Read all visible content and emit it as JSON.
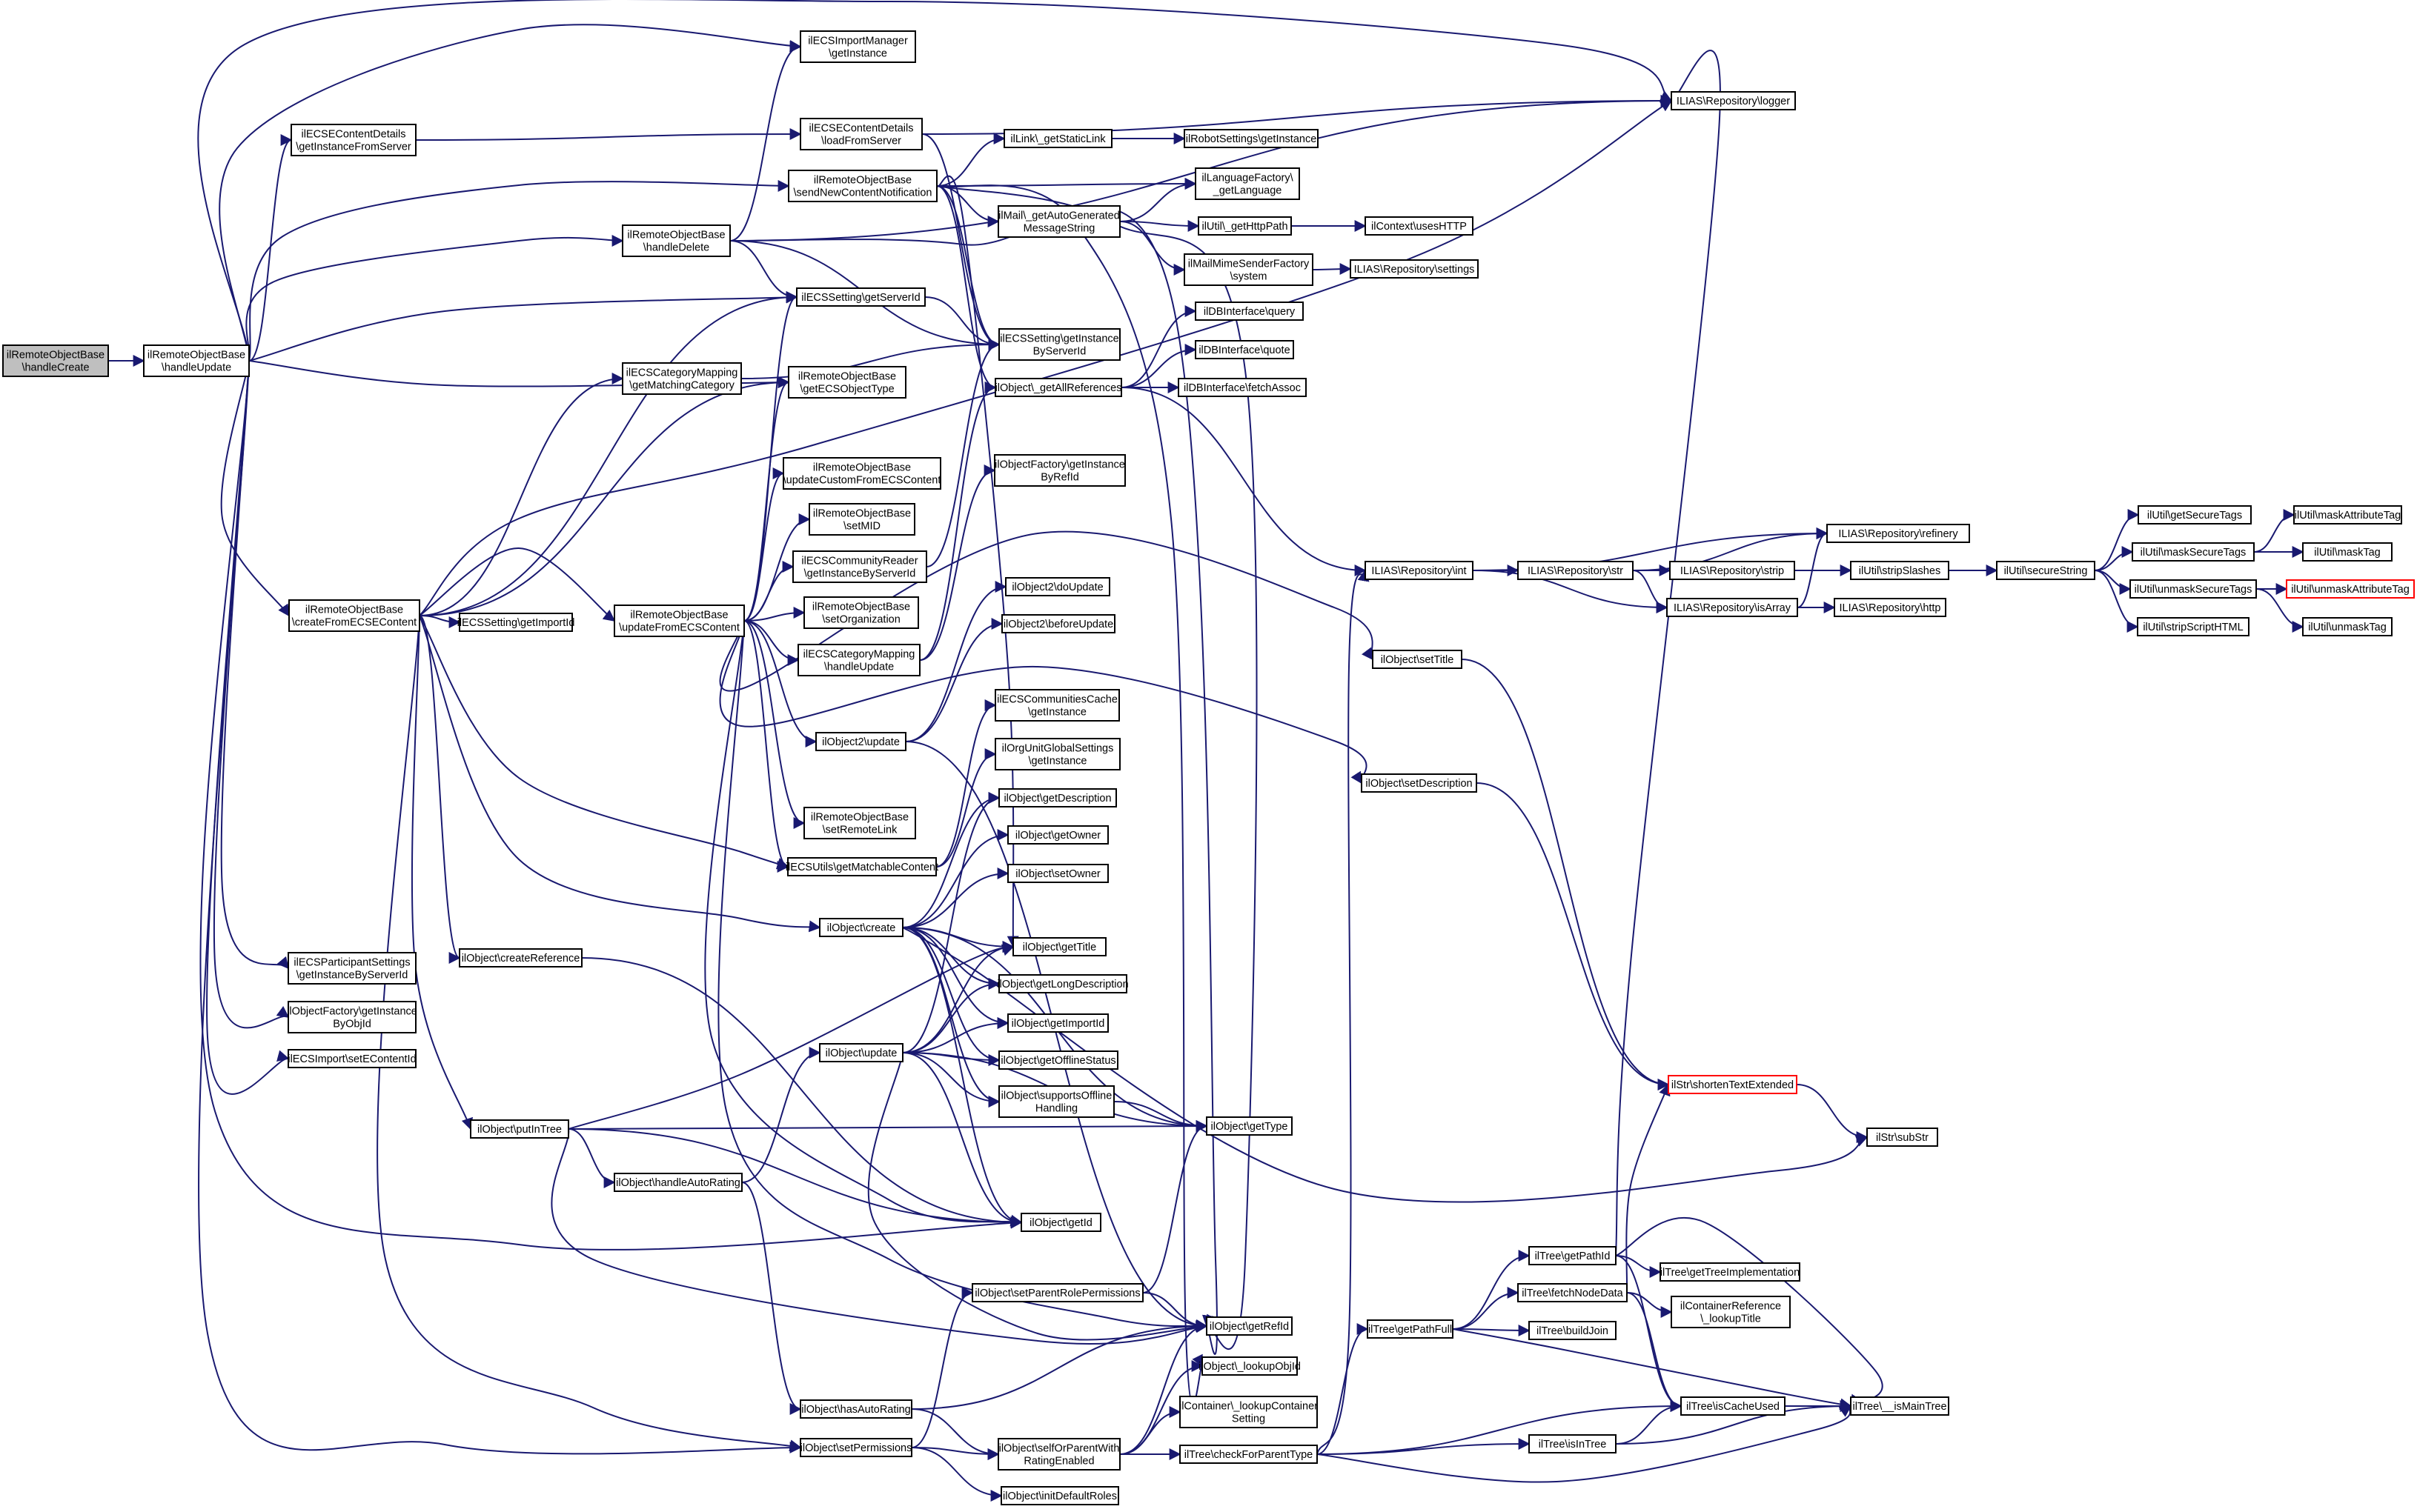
{
  "nodes": [
    {
      "id": "n0",
      "lines": [
        "ilRemoteObjectBase",
        "\\handleCreate"
      ],
      "root": true
    },
    {
      "id": "n1",
      "lines": [
        "ilRemoteObjectBase",
        "\\handleUpdate"
      ]
    },
    {
      "id": "n2",
      "lines": [
        "ilECSImportManager",
        "\\getInstance"
      ]
    },
    {
      "id": "n3",
      "lines": [
        "ILIAS\\Repository\\logger"
      ]
    },
    {
      "id": "n4",
      "lines": [
        "ilECSEContentDetails",
        "\\getInstanceFromServer"
      ]
    },
    {
      "id": "n5",
      "lines": [
        "ilECSEContentDetails",
        "\\loadFromServer"
      ]
    },
    {
      "id": "n6",
      "lines": [
        "ilLink\\_getStaticLink"
      ]
    },
    {
      "id": "n7",
      "lines": [
        "ilRobotSettings\\getInstance"
      ]
    },
    {
      "id": "n8",
      "lines": [
        "ilRemoteObjectBase",
        "\\sendNewContentNotification"
      ]
    },
    {
      "id": "n9",
      "lines": [
        "ilLanguageFactory\\",
        "_getLanguage"
      ]
    },
    {
      "id": "n10",
      "lines": [
        "ilMail\\_getAutoGenerated",
        "MessageString"
      ]
    },
    {
      "id": "n11",
      "lines": [
        "ilUtil\\_getHttpPath"
      ]
    },
    {
      "id": "n12",
      "lines": [
        "ilContext\\usesHTTP"
      ]
    },
    {
      "id": "n13",
      "lines": [
        "ilRemoteObjectBase",
        "\\handleDelete"
      ]
    },
    {
      "id": "n14",
      "lines": [
        "ilMailMimeSenderFactory",
        "\\system"
      ]
    },
    {
      "id": "n15",
      "lines": [
        "ILIAS\\Repository\\settings"
      ]
    },
    {
      "id": "n16",
      "lines": [
        "ilECSSetting\\getServerId"
      ]
    },
    {
      "id": "n17",
      "lines": [
        "ilDBInterface\\query"
      ]
    },
    {
      "id": "n18",
      "lines": [
        "ilECSSetting\\getInstance",
        "ByServerId"
      ]
    },
    {
      "id": "n19",
      "lines": [
        "ilDBInterface\\quote"
      ]
    },
    {
      "id": "n20",
      "lines": [
        "ilECSCategoryMapping",
        "\\getMatchingCategory"
      ]
    },
    {
      "id": "n21",
      "lines": [
        "ilObject\\_getAllReferences"
      ]
    },
    {
      "id": "n22",
      "lines": [
        "ilDBInterface\\fetchAssoc"
      ]
    },
    {
      "id": "n23",
      "lines": [
        "ilRemoteObjectBase",
        "\\getECSObjectType"
      ]
    },
    {
      "id": "n24",
      "lines": [
        "ilObjectFactory\\getInstance",
        "ByRefId"
      ]
    },
    {
      "id": "n25",
      "lines": [
        "ilRemoteObjectBase",
        "\\updateCustomFromECSContent"
      ]
    },
    {
      "id": "n26",
      "lines": [
        "ilRemoteObjectBase",
        "\\setMID"
      ]
    },
    {
      "id": "n27",
      "lines": [
        "ilECSCommunityReader",
        "\\getInstanceByServerId"
      ]
    },
    {
      "id": "n28",
      "lines": [
        "ILIAS\\Repository\\int"
      ]
    },
    {
      "id": "n29",
      "lines": [
        "ILIAS\\Repository\\str"
      ]
    },
    {
      "id": "n30",
      "lines": [
        "ILIAS\\Repository\\refinery"
      ]
    },
    {
      "id": "n31",
      "lines": [
        "ILIAS\\Repository\\strip"
      ]
    },
    {
      "id": "n32",
      "lines": [
        "ilUtil\\stripSlashes"
      ]
    },
    {
      "id": "n33",
      "lines": [
        "ilUtil\\secureString"
      ]
    },
    {
      "id": "n34",
      "lines": [
        "ilUtil\\getSecureTags"
      ]
    },
    {
      "id": "n35",
      "lines": [
        "ilUtil\\maskAttributeTag"
      ]
    },
    {
      "id": "n36",
      "lines": [
        "ilUtil\\maskSecureTags"
      ]
    },
    {
      "id": "n37",
      "lines": [
        "ilUtil\\maskTag"
      ]
    },
    {
      "id": "n38",
      "lines": [
        "ilRemoteObjectBase",
        "\\createFromECSEContent"
      ]
    },
    {
      "id": "n39",
      "lines": [
        "ilECSSetting\\getImportId"
      ]
    },
    {
      "id": "n40",
      "lines": [
        "ILIAS\\Repository\\isArray"
      ]
    },
    {
      "id": "n41",
      "lines": [
        "ILIAS\\Repository\\http"
      ]
    },
    {
      "id": "n42",
      "lines": [
        "ilUtil\\unmaskSecureTags"
      ]
    },
    {
      "id": "n43",
      "lines": [
        "ilUtil\\unmaskAttributeTag"
      ],
      "trunc": true
    },
    {
      "id": "n44",
      "lines": [
        "ilUtil\\stripScriptHTML"
      ]
    },
    {
      "id": "n45",
      "lines": [
        "ilUtil\\unmaskTag"
      ]
    },
    {
      "id": "n46",
      "lines": [
        "ilObject2\\doUpdate"
      ]
    },
    {
      "id": "n47",
      "lines": [
        "ilRemoteObjectBase",
        "\\setOrganization"
      ]
    },
    {
      "id": "n48",
      "lines": [
        "ilRemoteObjectBase",
        "\\updateFromECSContent"
      ]
    },
    {
      "id": "n49",
      "lines": [
        "ilECSCategoryMapping",
        "\\handleUpdate"
      ]
    },
    {
      "id": "n50",
      "lines": [
        "ilObject2\\beforeUpdate"
      ]
    },
    {
      "id": "n51",
      "lines": [
        "ilObject\\setTitle"
      ]
    },
    {
      "id": "n52",
      "lines": [
        "ilECSCommunitiesCache",
        "\\getInstance"
      ]
    },
    {
      "id": "n53",
      "lines": [
        "ilObject2\\update"
      ]
    },
    {
      "id": "n54",
      "lines": [
        "ilOrgUnitGlobalSettings",
        "\\getInstance"
      ]
    },
    {
      "id": "n55",
      "lines": [
        "ilObject\\setDescription"
      ]
    },
    {
      "id": "n56",
      "lines": [
        "ilObject\\getDescription"
      ]
    },
    {
      "id": "n57",
      "lines": [
        "ilRemoteObjectBase",
        "\\setRemoteLink"
      ]
    },
    {
      "id": "n58",
      "lines": [
        "ilObject\\getOwner"
      ]
    },
    {
      "id": "n59",
      "lines": [
        "ilECSUtils\\getMatchableContent"
      ]
    },
    {
      "id": "n60",
      "lines": [
        "ilObject\\setOwner"
      ]
    },
    {
      "id": "n61",
      "lines": [
        "ilObject\\create"
      ]
    },
    {
      "id": "n62",
      "lines": [
        "ilECSParticipantSettings",
        "\\getInstanceByServerId"
      ]
    },
    {
      "id": "n63",
      "lines": [
        "ilObject\\getTitle"
      ]
    },
    {
      "id": "n64",
      "lines": [
        "ilObject\\createReference"
      ]
    },
    {
      "id": "n65",
      "lines": [
        "ilObjectFactory\\getInstance",
        "ByObjId"
      ]
    },
    {
      "id": "n66",
      "lines": [
        "ilObject\\getLongDescription"
      ]
    },
    {
      "id": "n67",
      "lines": [
        "ilObject\\getImportId"
      ]
    },
    {
      "id": "n68",
      "lines": [
        "ilECSImport\\setEContentId"
      ]
    },
    {
      "id": "n69",
      "lines": [
        "ilObject\\update"
      ]
    },
    {
      "id": "n70",
      "lines": [
        "ilObject\\getOfflineStatus"
      ]
    },
    {
      "id": "n71",
      "lines": [
        "ilStr\\shortenTextExtended"
      ],
      "trunc": true
    },
    {
      "id": "n72",
      "lines": [
        "ilObject\\supportsOffline",
        "Handling"
      ]
    },
    {
      "id": "n73",
      "lines": [
        "ilObject\\getType"
      ]
    },
    {
      "id": "n74",
      "lines": [
        "ilStr\\subStr"
      ]
    },
    {
      "id": "n75",
      "lines": [
        "ilObject\\putInTree"
      ]
    },
    {
      "id": "n76",
      "lines": [
        "ilObject\\handleAutoRating"
      ]
    },
    {
      "id": "n77",
      "lines": [
        "ilObject\\getId"
      ]
    },
    {
      "id": "n78",
      "lines": [
        "ilTree\\getPathId"
      ]
    },
    {
      "id": "n79",
      "lines": [
        "ilTree\\getTreeImplementation"
      ]
    },
    {
      "id": "n80",
      "lines": [
        "ilTree\\fetchNodeData"
      ]
    },
    {
      "id": "n81",
      "lines": [
        "ilObject\\setParentRolePermissions"
      ]
    },
    {
      "id": "n82",
      "lines": [
        "ilContainerReference",
        "\\_lookupTitle"
      ]
    },
    {
      "id": "n83",
      "lines": [
        "ilObject\\getRefId"
      ]
    },
    {
      "id": "n84",
      "lines": [
        "ilTree\\getPathFull"
      ]
    },
    {
      "id": "n85",
      "lines": [
        "ilTree\\buildJoin"
      ]
    },
    {
      "id": "n86",
      "lines": [
        "ilObject\\_lookupObjId"
      ]
    },
    {
      "id": "n87",
      "lines": [
        "ilContainer\\_lookupContainer",
        "Setting"
      ]
    },
    {
      "id": "n88",
      "lines": [
        "ilObject\\hasAutoRating"
      ]
    },
    {
      "id": "n89",
      "lines": [
        "ilTree\\isCacheUsed"
      ]
    },
    {
      "id": "n90",
      "lines": [
        "ilTree\\__isMainTree"
      ]
    },
    {
      "id": "n91",
      "lines": [
        "ilObject\\setPermissions"
      ]
    },
    {
      "id": "n92",
      "lines": [
        "ilObject\\selfOrParentWith",
        "RatingEnabled"
      ]
    },
    {
      "id": "n93",
      "lines": [
        "ilTree\\checkForParentType"
      ]
    },
    {
      "id": "n94",
      "lines": [
        "ilTree\\isInTree"
      ]
    },
    {
      "id": "n95",
      "lines": [
        "ilObject\\initDefaultRoles"
      ]
    }
  ],
  "edges": [
    [
      "n0",
      "n1"
    ],
    [
      "n1",
      "n2"
    ],
    [
      "n1",
      "n3"
    ],
    [
      "n1",
      "n4"
    ],
    [
      "n1",
      "n8"
    ],
    [
      "n1",
      "n13"
    ],
    [
      "n1",
      "n16"
    ],
    [
      "n1",
      "n23"
    ],
    [
      "n1",
      "n38"
    ],
    [
      "n1",
      "n62"
    ],
    [
      "n1",
      "n65"
    ],
    [
      "n1",
      "n68"
    ],
    [
      "n1",
      "n77"
    ],
    [
      "n1",
      "n91"
    ],
    [
      "n4",
      "n5"
    ],
    [
      "n5",
      "n3"
    ],
    [
      "n5",
      "n18"
    ],
    [
      "n8",
      "n6"
    ],
    [
      "n8",
      "n9"
    ],
    [
      "n8",
      "n10"
    ],
    [
      "n8",
      "n21"
    ],
    [
      "n8",
      "n83"
    ],
    [
      "n8",
      "n63"
    ],
    [
      "n8",
      "n86"
    ],
    [
      "n8",
      "n18"
    ],
    [
      "n6",
      "n7"
    ],
    [
      "n10",
      "n9"
    ],
    [
      "n10",
      "n11"
    ],
    [
      "n10",
      "n14"
    ],
    [
      "n11",
      "n12"
    ],
    [
      "n14",
      "n15"
    ],
    [
      "n13",
      "n2"
    ],
    [
      "n13",
      "n3"
    ],
    [
      "n13",
      "n16"
    ],
    [
      "n13",
      "n18"
    ],
    [
      "n13",
      "n83"
    ],
    [
      "n16",
      "n18"
    ],
    [
      "n20",
      "n18"
    ],
    [
      "n21",
      "n17"
    ],
    [
      "n21",
      "n19"
    ],
    [
      "n21",
      "n22"
    ],
    [
      "n21",
      "n28"
    ],
    [
      "n28",
      "n29"
    ],
    [
      "n28",
      "n30"
    ],
    [
      "n28",
      "n40"
    ],
    [
      "n29",
      "n30"
    ],
    [
      "n29",
      "n31"
    ],
    [
      "n29",
      "n40"
    ],
    [
      "n31",
      "n32"
    ],
    [
      "n40",
      "n30"
    ],
    [
      "n40",
      "n41"
    ],
    [
      "n32",
      "n33"
    ],
    [
      "n33",
      "n34"
    ],
    [
      "n33",
      "n36"
    ],
    [
      "n33",
      "n42"
    ],
    [
      "n33",
      "n44"
    ],
    [
      "n36",
      "n35"
    ],
    [
      "n36",
      "n37"
    ],
    [
      "n42",
      "n43"
    ],
    [
      "n42",
      "n45"
    ],
    [
      "n38",
      "n16"
    ],
    [
      "n38",
      "n20"
    ],
    [
      "n38",
      "n23"
    ],
    [
      "n38",
      "n39"
    ],
    [
      "n38",
      "n48"
    ],
    [
      "n38",
      "n59"
    ],
    [
      "n38",
      "n61"
    ],
    [
      "n38",
      "n64"
    ],
    [
      "n38",
      "n75"
    ],
    [
      "n38",
      "n91"
    ],
    [
      "n38",
      "n3"
    ],
    [
      "n48",
      "n16"
    ],
    [
      "n48",
      "n23"
    ],
    [
      "n48",
      "n25"
    ],
    [
      "n48",
      "n26"
    ],
    [
      "n48",
      "n27"
    ],
    [
      "n48",
      "n47"
    ],
    [
      "n48",
      "n49"
    ],
    [
      "n48",
      "n53"
    ],
    [
      "n48",
      "n57"
    ],
    [
      "n48",
      "n59"
    ],
    [
      "n48",
      "n51"
    ],
    [
      "n48",
      "n55"
    ],
    [
      "n48",
      "n77"
    ],
    [
      "n48",
      "n83"
    ],
    [
      "n27",
      "n18"
    ],
    [
      "n49",
      "n21"
    ],
    [
      "n49",
      "n24"
    ],
    [
      "n53",
      "n46"
    ],
    [
      "n53",
      "n50"
    ],
    [
      "n53",
      "n83"
    ],
    [
      "n51",
      "n71"
    ],
    [
      "n55",
      "n71"
    ],
    [
      "n71",
      "n74"
    ],
    [
      "n59",
      "n52"
    ],
    [
      "n59",
      "n54"
    ],
    [
      "n61",
      "n56"
    ],
    [
      "n61",
      "n58"
    ],
    [
      "n61",
      "n60"
    ],
    [
      "n61",
      "n63"
    ],
    [
      "n61",
      "n66"
    ],
    [
      "n61",
      "n67"
    ],
    [
      "n61",
      "n70"
    ],
    [
      "n61",
      "n72"
    ],
    [
      "n61",
      "n73"
    ],
    [
      "n61",
      "n77"
    ],
    [
      "n61",
      "n74"
    ],
    [
      "n64",
      "n77"
    ],
    [
      "n69",
      "n63"
    ],
    [
      "n69",
      "n56"
    ],
    [
      "n69",
      "n66"
    ],
    [
      "n69",
      "n67"
    ],
    [
      "n69",
      "n70"
    ],
    [
      "n69",
      "n72"
    ],
    [
      "n69",
      "n73"
    ],
    [
      "n69",
      "n77"
    ],
    [
      "n69",
      "n83"
    ],
    [
      "n72",
      "n73"
    ],
    [
      "n75",
      "n63"
    ],
    [
      "n75",
      "n76"
    ],
    [
      "n75",
      "n77"
    ],
    [
      "n75",
      "n73"
    ],
    [
      "n75",
      "n83"
    ],
    [
      "n76",
      "n69"
    ],
    [
      "n76",
      "n88"
    ],
    [
      "n91",
      "n81"
    ],
    [
      "n91",
      "n92"
    ],
    [
      "n91",
      "n95"
    ],
    [
      "n81",
      "n83"
    ],
    [
      "n81",
      "n73"
    ],
    [
      "n88",
      "n83"
    ],
    [
      "n88",
      "n92"
    ],
    [
      "n92",
      "n83"
    ],
    [
      "n92",
      "n86"
    ],
    [
      "n92",
      "n87"
    ],
    [
      "n92",
      "n93"
    ],
    [
      "n93",
      "n84"
    ],
    [
      "n93",
      "n89"
    ],
    [
      "n93",
      "n90"
    ],
    [
      "n93",
      "n94"
    ],
    [
      "n93",
      "n28"
    ],
    [
      "n84",
      "n78"
    ],
    [
      "n84",
      "n80"
    ],
    [
      "n84",
      "n85"
    ],
    [
      "n84",
      "n90"
    ],
    [
      "n78",
      "n3"
    ],
    [
      "n78",
      "n79"
    ],
    [
      "n78",
      "n89"
    ],
    [
      "n78",
      "n90"
    ],
    [
      "n80",
      "n71"
    ],
    [
      "n80",
      "n82"
    ],
    [
      "n80",
      "n89"
    ],
    [
      "n94",
      "n89"
    ],
    [
      "n94",
      "n90"
    ],
    [
      "n89",
      "n90"
    ]
  ]
}
